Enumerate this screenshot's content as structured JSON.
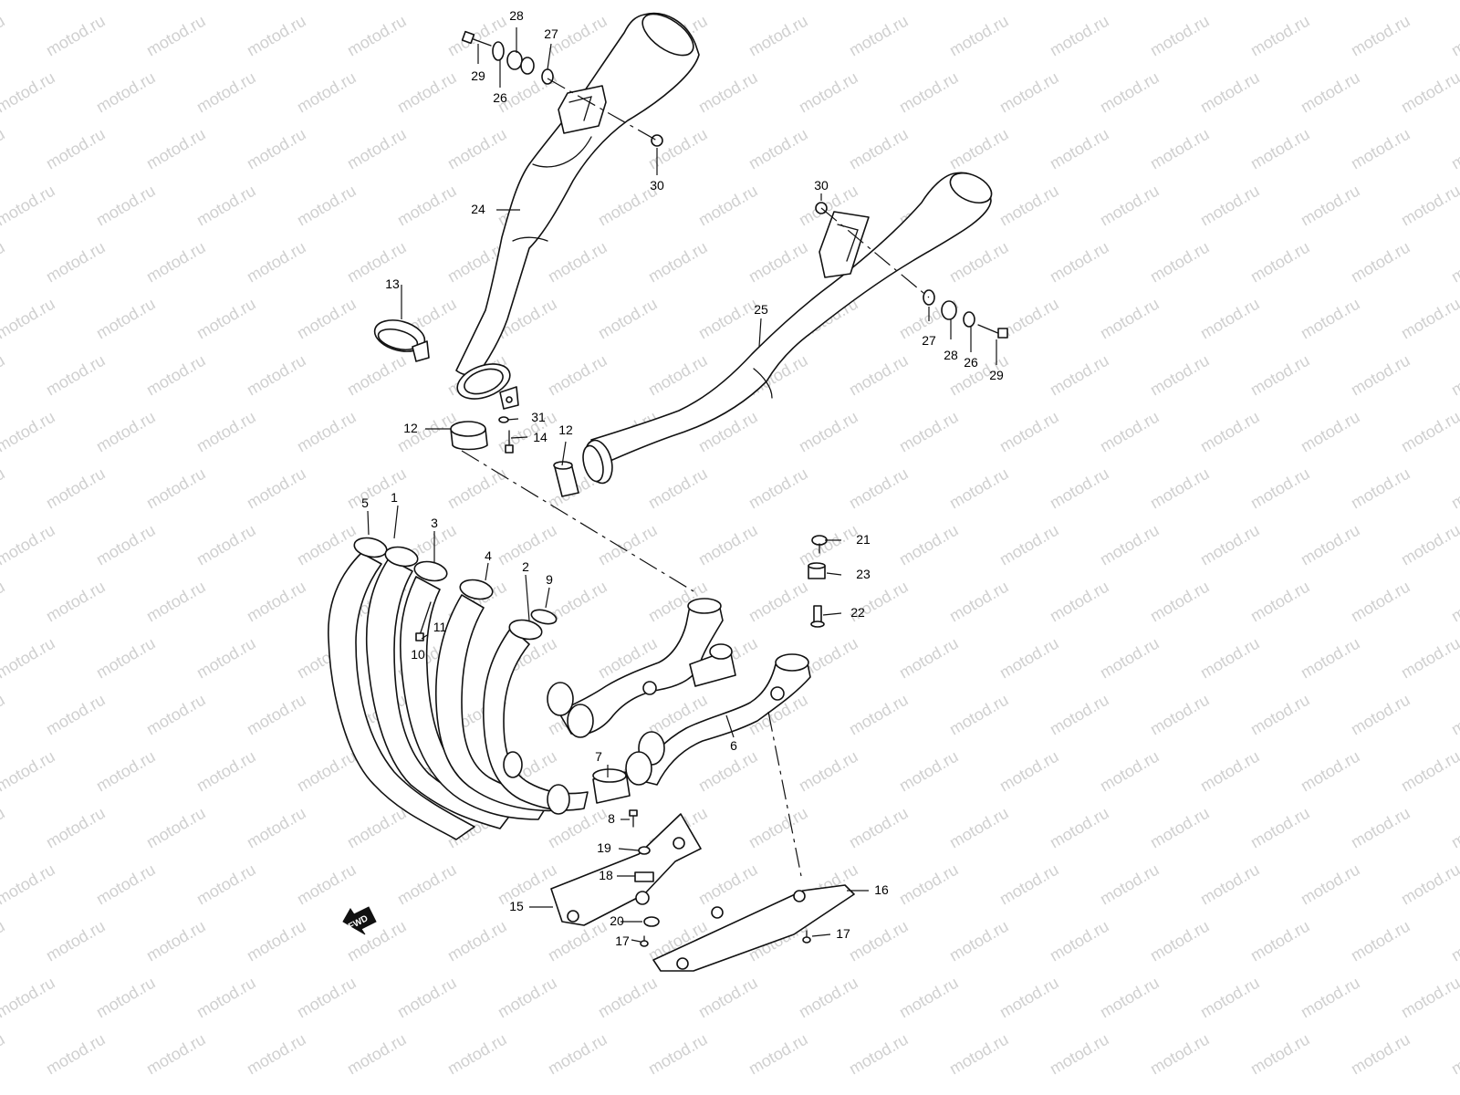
{
  "watermark": "motod.ru",
  "fwd_label": "FWD",
  "callouts": [
    {
      "id": "c1",
      "label": "1"
    },
    {
      "id": "c2",
      "label": "2"
    },
    {
      "id": "c3",
      "label": "3"
    },
    {
      "id": "c4",
      "label": "4"
    },
    {
      "id": "c5",
      "label": "5"
    },
    {
      "id": "c6",
      "label": "6"
    },
    {
      "id": "c7",
      "label": "7"
    },
    {
      "id": "c8",
      "label": "8"
    },
    {
      "id": "c9",
      "label": "9"
    },
    {
      "id": "c10",
      "label": "10"
    },
    {
      "id": "c11",
      "label": "11"
    },
    {
      "id": "c12a",
      "label": "12"
    },
    {
      "id": "c12b",
      "label": "12"
    },
    {
      "id": "c13",
      "label": "13"
    },
    {
      "id": "c14",
      "label": "14"
    },
    {
      "id": "c15",
      "label": "15"
    },
    {
      "id": "c16",
      "label": "16"
    },
    {
      "id": "c17a",
      "label": "17"
    },
    {
      "id": "c17b",
      "label": "17"
    },
    {
      "id": "c18",
      "label": "18"
    },
    {
      "id": "c19",
      "label": "19"
    },
    {
      "id": "c20",
      "label": "20"
    },
    {
      "id": "c21",
      "label": "21"
    },
    {
      "id": "c22",
      "label": "22"
    },
    {
      "id": "c23",
      "label": "23"
    },
    {
      "id": "c24",
      "label": "24"
    },
    {
      "id": "c25",
      "label": "25"
    },
    {
      "id": "c26a",
      "label": "26"
    },
    {
      "id": "c26b",
      "label": "26"
    },
    {
      "id": "c27a",
      "label": "27"
    },
    {
      "id": "c27b",
      "label": "27"
    },
    {
      "id": "c28a",
      "label": "28"
    },
    {
      "id": "c28b",
      "label": "28"
    },
    {
      "id": "c29a",
      "label": "29"
    },
    {
      "id": "c29b",
      "label": "29"
    },
    {
      "id": "c30a",
      "label": "30"
    },
    {
      "id": "c30b",
      "label": "30"
    },
    {
      "id": "c31",
      "label": "31"
    }
  ],
  "colors": {
    "line": "#111111",
    "watermark": "#d0d0d0",
    "background": "#ffffff"
  }
}
